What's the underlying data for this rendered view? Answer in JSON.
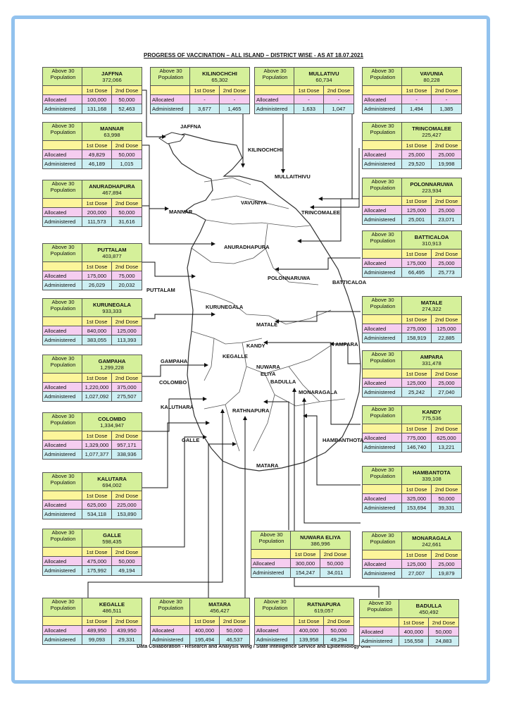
{
  "title": "PROGRESS OF VACCINATION – ALL ISLAND – DISTRICT WISE - AS AT 18.07.2021",
  "footer": "Data Collaboration - Research and Analysis Wing / State Intelligence Service and Epidemiology Unit",
  "labels": {
    "above": "Above 30",
    "population": "Population",
    "dose1": "1st Dose",
    "dose2": "2nd Dose",
    "allocated": "Allocated",
    "administered": "Administered"
  },
  "colors": {
    "frame": "#92c2ee",
    "header_green": "#d5f09a",
    "dose_yellow": "#fcf59a",
    "allocated_pink": "#f5cdf0",
    "administered_cyan": "#cdeff3"
  },
  "districts": [
    {
      "name": "JAFFNA",
      "population": "372,066",
      "alloc1": "100,000",
      "alloc2": "50,000",
      "adm1": "131,168",
      "adm2": "52,463"
    },
    {
      "name": "KILINOCHCHI",
      "population": "65,302",
      "alloc1": "-",
      "alloc2": "-",
      "adm1": "3,677",
      "adm2": "1,465"
    },
    {
      "name": "MULLATIVU",
      "population": "60,734",
      "alloc1": "-",
      "alloc2": "-",
      "adm1": "1,633",
      "adm2": "1,047"
    },
    {
      "name": "VAVUNIA",
      "population": "80,228",
      "alloc1": "-",
      "alloc2": "-",
      "adm1": "1,494",
      "adm2": "1,385"
    },
    {
      "name": "MANNAR",
      "population": "63,998",
      "alloc1": "49,829",
      "alloc2": "50,000",
      "adm1": "46,189",
      "adm2": "1,015"
    },
    {
      "name": "TRINCOMALEE",
      "population": "225,427",
      "alloc1": "25,000",
      "alloc2": "25,000",
      "adm1": "29,520",
      "adm2": "19,998"
    },
    {
      "name": "ANURADHAPURA",
      "population": "467,894",
      "alloc1": "200,000",
      "alloc2": "50,000",
      "adm1": "111,573",
      "adm2": "31,616"
    },
    {
      "name": "POLONNARUWA",
      "population": "223,934",
      "alloc1": "125,000",
      "alloc2": "25,000",
      "adm1": "25,001",
      "adm2": "23,071"
    },
    {
      "name": "BATTICALOA",
      "population": "310,913",
      "alloc1": "175,000",
      "alloc2": "25,000",
      "adm1": "66,495",
      "adm2": "25,773"
    },
    {
      "name": "PUTTALAM",
      "population": "403,877",
      "alloc1": "175,000",
      "alloc2": "75,000",
      "adm1": "26,029",
      "adm2": "20,032"
    },
    {
      "name": "KURUNEGALA",
      "population": "933,333",
      "alloc1": "840,000",
      "alloc2": "125,000",
      "adm1": "383,055",
      "adm2": "113,393"
    },
    {
      "name": "MATALE",
      "population": "274,322",
      "alloc1": "275,000",
      "alloc2": "125,000",
      "adm1": "158,919",
      "adm2": "22,885"
    },
    {
      "name": "GAMPAHA",
      "population": "1,299,228",
      "alloc1": "1,220,000",
      "alloc2": "375,000",
      "adm1": "1,027,092",
      "adm2": "275,507"
    },
    {
      "name": "AMPARA",
      "population": "331,478",
      "alloc1": "125,000",
      "alloc2": "25,000",
      "adm1": "25,242",
      "adm2": "27,040"
    },
    {
      "name": "COLOMBO",
      "population": "1,334,947",
      "alloc1": "1,329,000",
      "alloc2": "957,171",
      "adm1": "1,077,377",
      "adm2": "338,936"
    },
    {
      "name": "KANDY",
      "population": "775,536",
      "alloc1": "775,000",
      "alloc2": "625,000",
      "adm1": "146,740",
      "adm2": "13,221"
    },
    {
      "name": "KALUTARA",
      "population": "694,002",
      "alloc1": "625,000",
      "alloc2": "225,000",
      "adm1": "534,118",
      "adm2": "153,890"
    },
    {
      "name": "HAMBANTOTA",
      "population": "339,108",
      "alloc1": "325,000",
      "alloc2": "50,000",
      "adm1": "153,694",
      "adm2": "39,331"
    },
    {
      "name": "GALLE",
      "population": "598,435",
      "alloc1": "475,000",
      "alloc2": "50,000",
      "adm1": "175,992",
      "adm2": "49,194"
    },
    {
      "name": "NUWARA ELIYA",
      "population": "386,996",
      "alloc1": "300,000",
      "alloc2": "50,000",
      "adm1": "154,247",
      "adm2": "34,011"
    },
    {
      "name": "MONARAGALA",
      "population": "242,661",
      "alloc1": "125,000",
      "alloc2": "25,000",
      "adm1": "27,007",
      "adm2": "19,879"
    },
    {
      "name": "KEGALLE",
      "population": "486,511",
      "alloc1": "489,950",
      "alloc2": "439,950",
      "adm1": "99,093",
      "adm2": "29,331"
    },
    {
      "name": "MATARA",
      "population": "456,427",
      "alloc1": "400,000",
      "alloc2": "50,000",
      "adm1": "195,494",
      "adm2": "46,537"
    },
    {
      "name": "RATNAPURA",
      "population": "619,057",
      "alloc1": "400,000",
      "alloc2": "50,000",
      "adm1": "139,958",
      "adm2": "49,294"
    },
    {
      "name": "BADULLA",
      "population": "450,492",
      "alloc1": "400,000",
      "alloc2": "50,000",
      "adm1": "156,558",
      "adm2": "24,883"
    }
  ],
  "map_labels": [
    "JAFFNA",
    "KILINOCHCHI",
    "MULLAITHIVU",
    "VAVUNIYA",
    "MANNAR",
    "TRINCOMALEE",
    "ANURADHAPURA",
    "POLONNARUWA",
    "BATTICALOA",
    "PUTTALAM",
    "KURUNEGALA",
    "MATALE",
    "KANDY",
    "AMPARA",
    "GAMPAHA",
    "KEGALLE",
    "NUWARA",
    "ELIYA",
    "BADULLA",
    "COLOMBO",
    "MONARAGALA",
    "KALUTHARA",
    "RATHNAPURA",
    "HAMBANTHOTA",
    "GALLE",
    "MATARA"
  ]
}
